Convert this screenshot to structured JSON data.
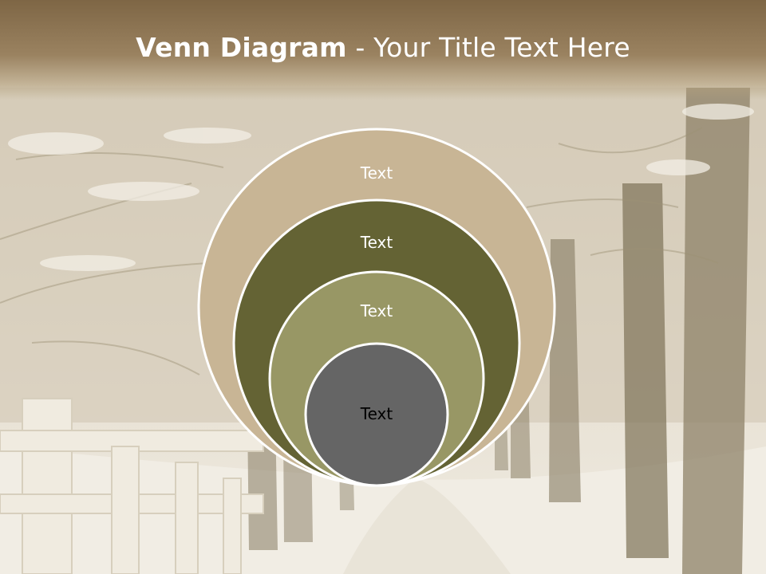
{
  "slide": {
    "title_bold": "Venn Diagram",
    "title_rest": " - Your Title Text Here"
  },
  "diagram": {
    "circles": [
      {
        "label": "Text",
        "color": "#c8b595",
        "text_color": "#ffffff"
      },
      {
        "label": "Text",
        "color": "#646334",
        "text_color": "#ffffff"
      },
      {
        "label": "Text",
        "color": "#989765",
        "text_color": "#ffffff"
      },
      {
        "label": "Text",
        "color": "#656565",
        "text_color": "#000000"
      }
    ]
  }
}
